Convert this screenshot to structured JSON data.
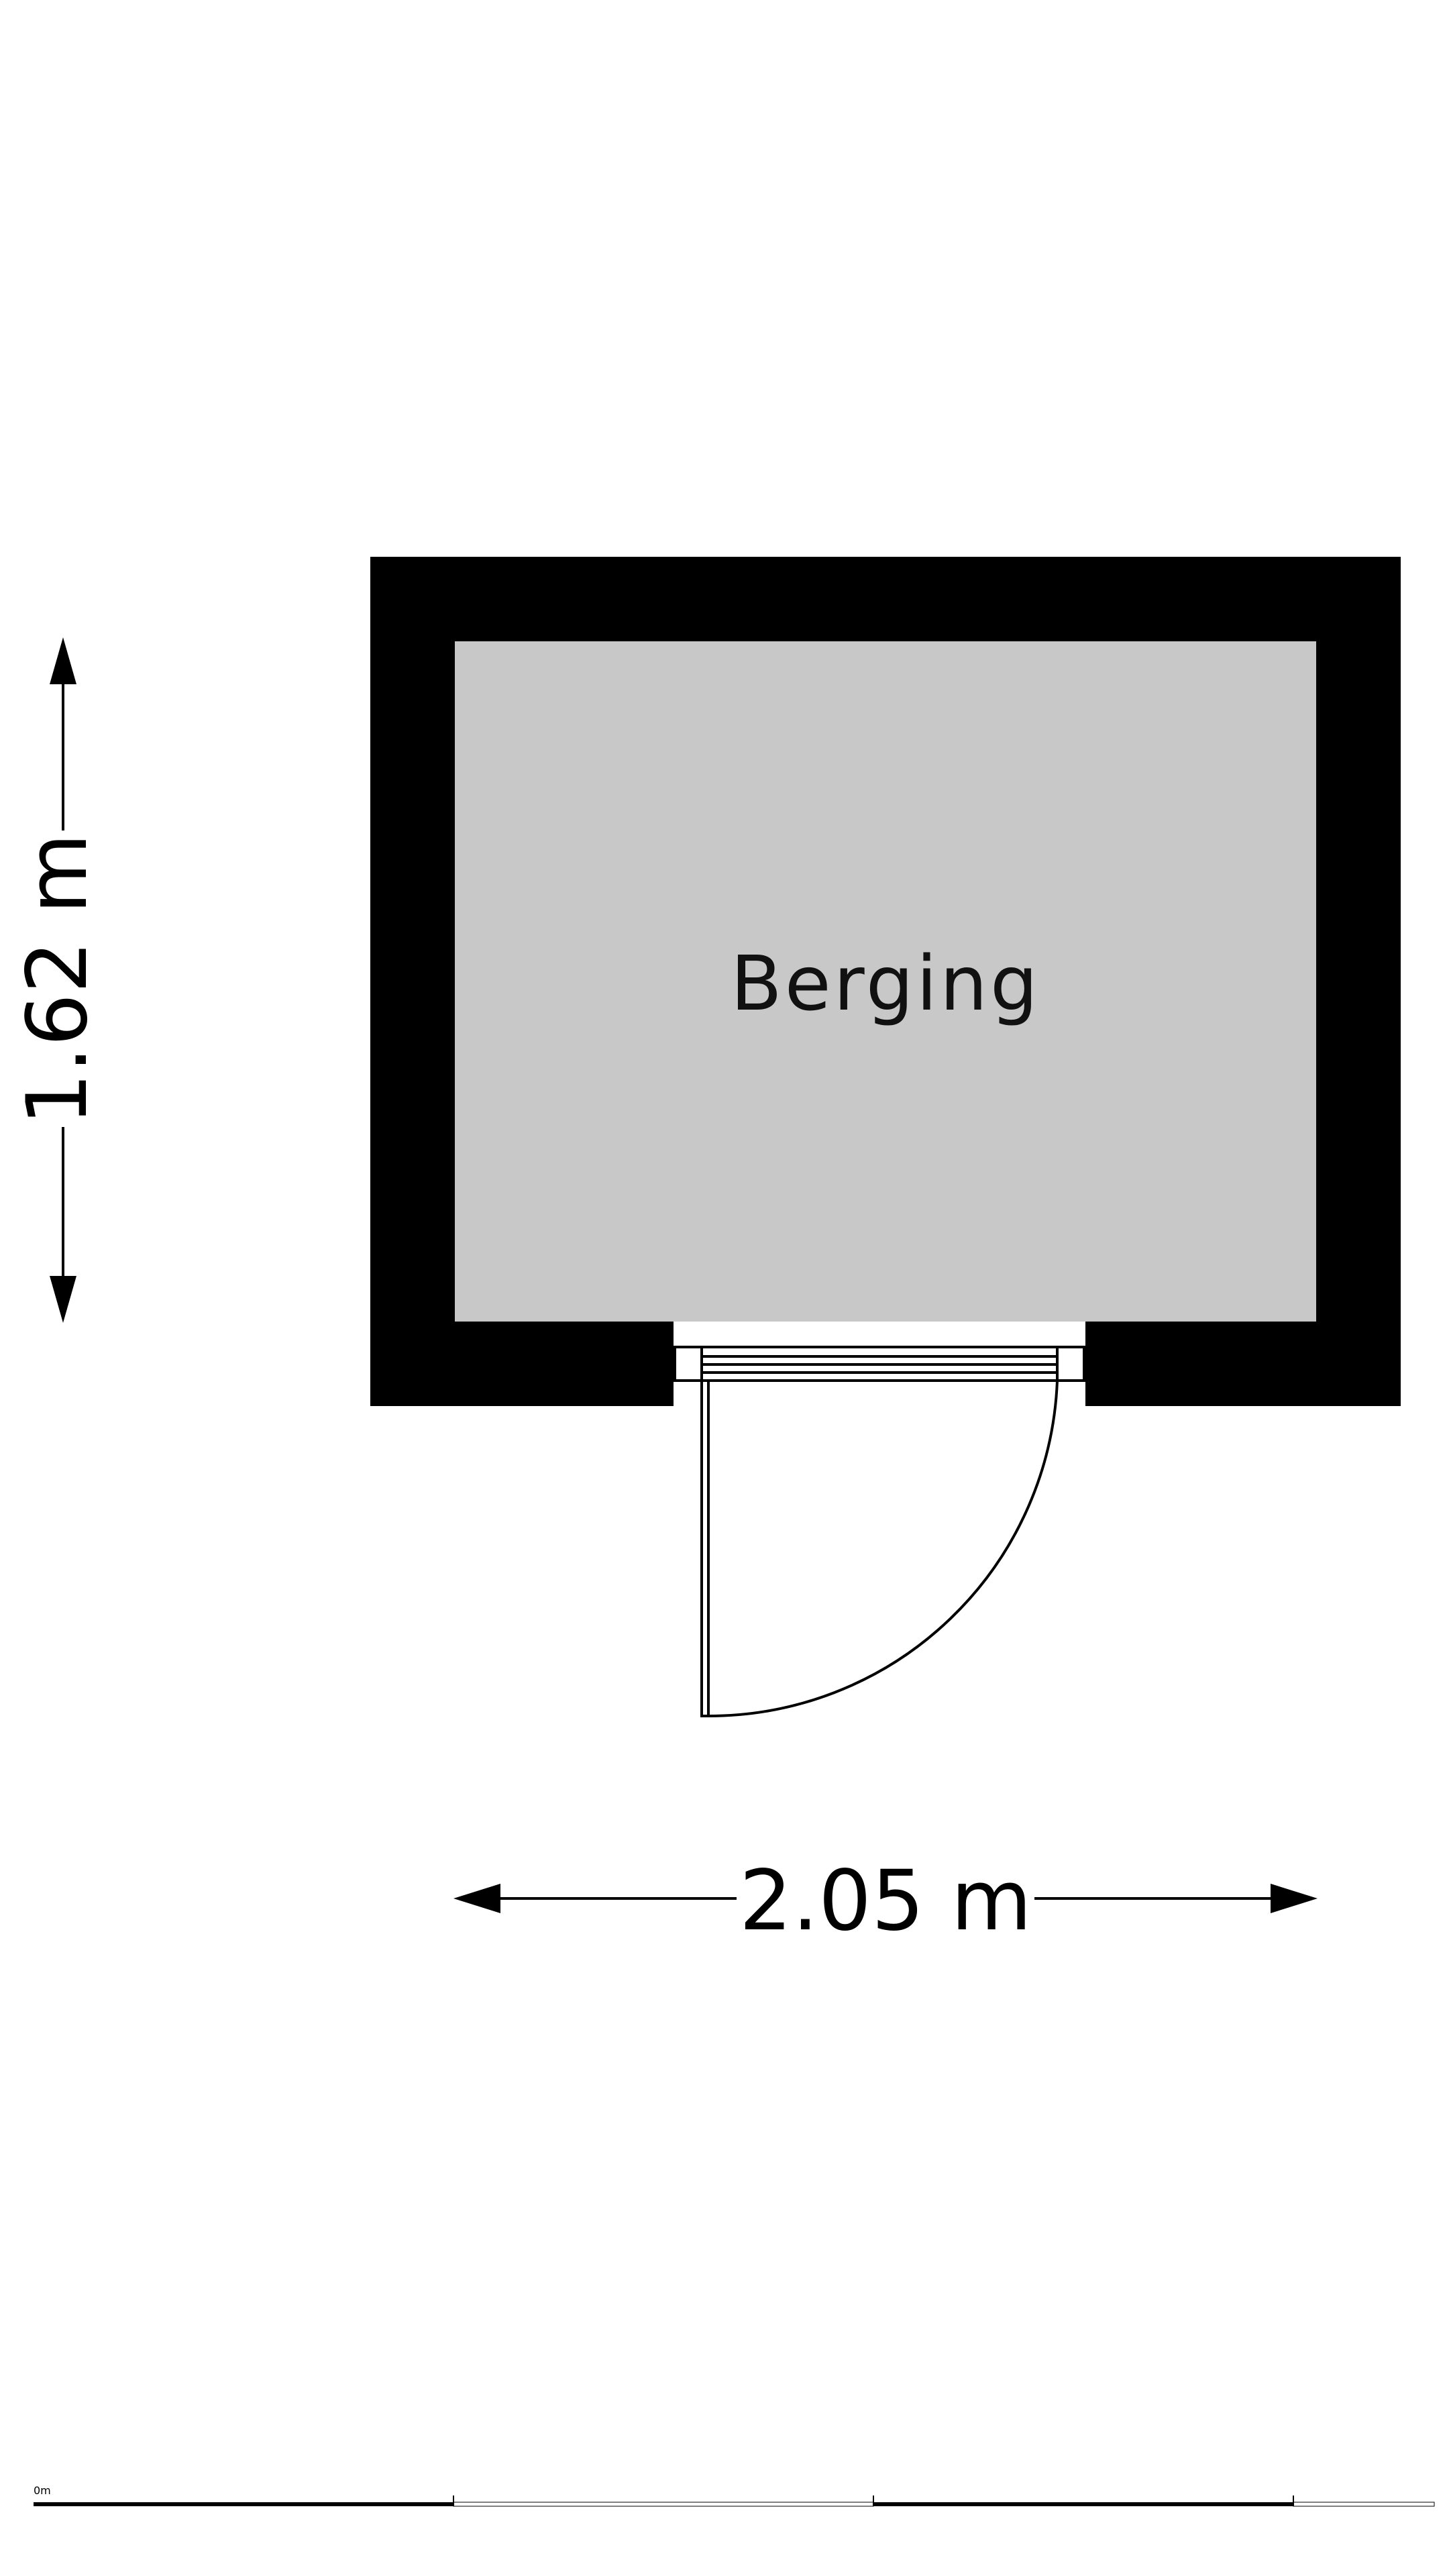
{
  "plan": {
    "room": {
      "label": "Berging"
    },
    "dimensions": {
      "width": "2.05 m",
      "height": "1.62 m"
    },
    "scale_bar": {
      "origin_label": "0m"
    }
  },
  "colors": {
    "wall": "#000000",
    "floor": "#c8c8c8",
    "background": "#ffffff",
    "line": "#000000"
  }
}
